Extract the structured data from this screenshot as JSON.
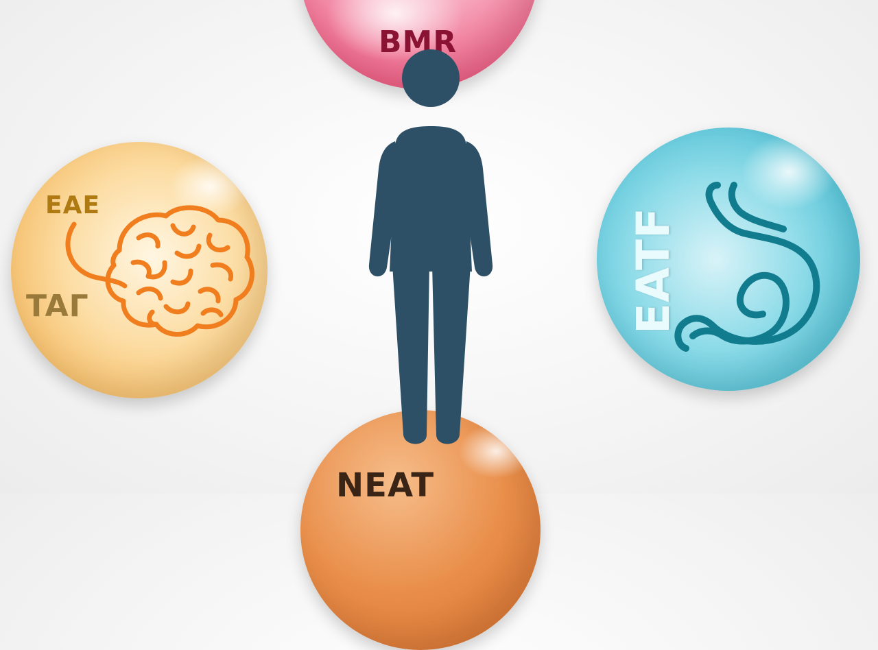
{
  "bubbles": {
    "bmr": {
      "label": "BMR",
      "color": "#e9577d"
    },
    "tag": {
      "label_top": "EAE",
      "label_bottom": "TAГ",
      "color": "#f2b55a",
      "icon": "brain-icon"
    },
    "eatf": {
      "label": "EATF",
      "color": "#3fb7cd",
      "icon": "stomach-icon"
    },
    "neat": {
      "label": "NEAT",
      "color": "#e98e4a"
    }
  },
  "person": {
    "icon": "person-icon",
    "color": "#2e5066"
  }
}
